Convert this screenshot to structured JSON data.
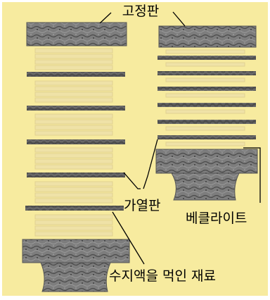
{
  "colors": {
    "background": "#f7eb9f",
    "plate_fill": "#7d7d7d",
    "plate_texture": "#4a4a4a",
    "bar_fill": "#555555",
    "resin_fill": "#efe2a7",
    "resin_line": "#e1d190",
    "leader_line": "#000000"
  },
  "labels": {
    "fixed_plate": "고정판",
    "heating_plate": "가열판",
    "bakelite": "베클라이트",
    "resin_material": "수지액을 먹인 재료"
  }
}
